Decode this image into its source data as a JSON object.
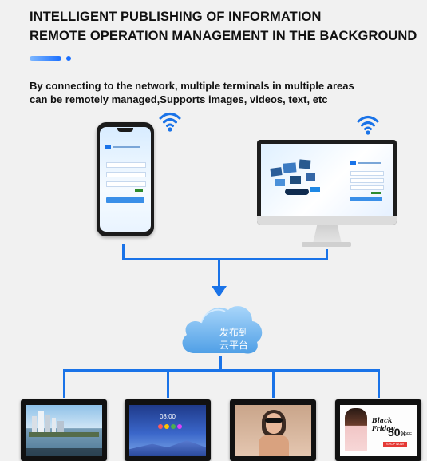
{
  "header": {
    "title_line1": "INTELLIGENT PUBLISHING OF INFORMATION",
    "title_line2": "REMOTE OPERATION MANAGEMENT IN THE BACKGROUND"
  },
  "description": {
    "line1": "By connecting to the network, multiple terminals in multiple areas",
    "line2": "can be remotely managed,Supports images, videos, text, etc"
  },
  "cloud": {
    "line1": "发布到",
    "line2": "云平台"
  },
  "displays": [
    {
      "name": "city-harbor"
    },
    {
      "name": "home-screen",
      "clock": "08:00"
    },
    {
      "name": "woman-portrait"
    },
    {
      "name": "black-friday-ad",
      "promo_line1": "Black Friday",
      "promo_big": "50",
      "promo_pct": "%",
      "promo_off": "OFF",
      "promo_btn": "SHOP NOW"
    }
  ],
  "colors": {
    "accent": "#1a73e8",
    "cloud": "#6fb6f0"
  }
}
